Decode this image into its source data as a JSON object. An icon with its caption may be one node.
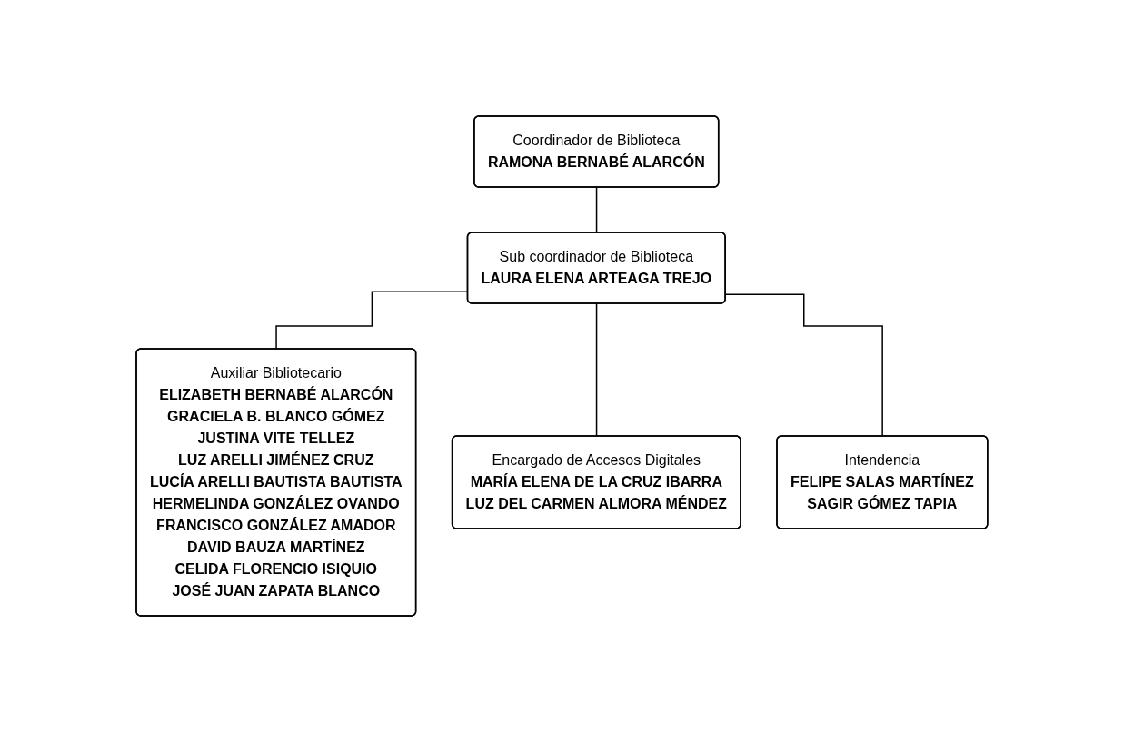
{
  "diagram": {
    "nodes": [
      {
        "text": [
          "Coordinador de Biblioteca",
          "RAMONA BERNABÉ ALARCÓN"
        ]
      },
      {
        "text": [
          "Sub coordinador de Biblioteca",
          "LAURA ELENA ARTEAGA TREJO"
        ]
      },
      {
        "text": [
          "Auxiliar Bibliotecario",
          "ELIZABETH BERNABÉ ALARCÓN",
          "GRACIELA B. BLANCO GÓMEZ",
          "JUSTINA VITE TELLEZ",
          "LUZ ARELLI JIMÉNEZ CRUZ",
          "LUCÍA ARELLI BAUTISTA BAUTISTA",
          "HERMELINDA GONZÁLEZ OVANDO",
          "FRANCISCO GONZÁLEZ AMADOR",
          "DAVID BAUZA MARTÍNEZ",
          "CELIDA FLORENCIO ISIQUIO",
          "JOSÉ JUAN ZAPATA BLANCO"
        ]
      },
      {
        "text": [
          "Encargado de Accesos Digitales",
          "MARÍA ELENA DE LA CRUZ IBARRA",
          "LUZ DEL CARMEN ALMORA MÉNDEZ"
        ]
      },
      {
        "text": [
          "Intendencia",
          "FELIPE SALAS MARTÍNEZ",
          "SAGIR GÓMEZ TAPIA"
        ]
      }
    ],
    "edges": [
      {
        "from": 0,
        "to": 1,
        "arrow": "none"
      },
      {
        "from": 1,
        "to": 2,
        "arrow": "none"
      },
      {
        "from": 1,
        "to": 3,
        "arrow": "none"
      },
      {
        "from": 1,
        "to": 4,
        "arrow": "none"
      }
    ]
  }
}
